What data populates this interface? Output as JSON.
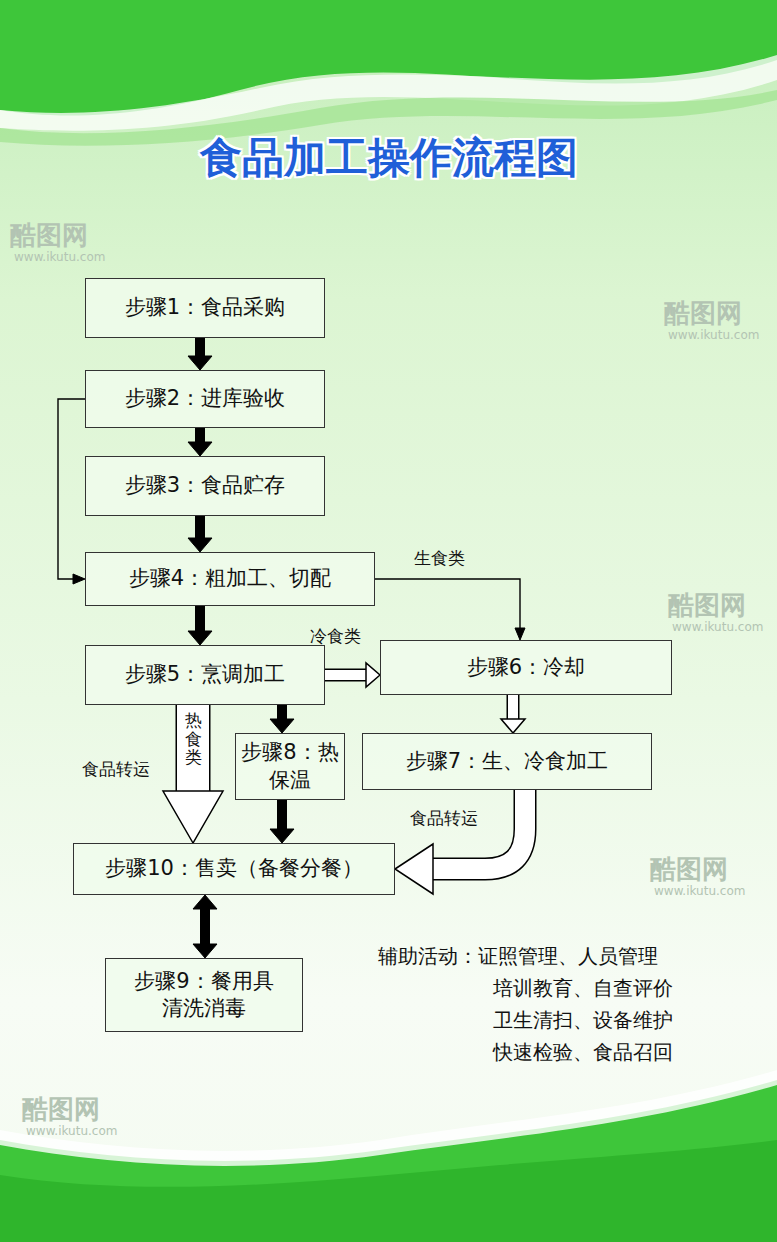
{
  "diagram": {
    "title": "食品加工操作流程图",
    "nodes": [
      {
        "text": [
          "步骤1：食品采购"
        ]
      },
      {
        "text": [
          "步骤2：进库验收"
        ]
      },
      {
        "text": [
          "步骤3：食品贮存"
        ]
      },
      {
        "text": [
          "步骤4：粗加工、切配"
        ]
      },
      {
        "text": [
          "步骤5：烹调加工"
        ]
      },
      {
        "text": [
          "步骤6：冷却"
        ]
      },
      {
        "text": [
          "步骤7：生、冷食加工"
        ]
      },
      {
        "text": [
          "步骤8：热保温"
        ]
      },
      {
        "text": [
          "步骤10：售卖（备餐分餐）"
        ]
      },
      {
        "text": [
          "步骤9：餐用具清洗消毒"
        ]
      }
    ],
    "edges": [
      {
        "from": 0,
        "to": 1,
        "arrow": "to"
      },
      {
        "from": 1,
        "to": 2,
        "arrow": "to"
      },
      {
        "from": 2,
        "to": 3,
        "arrow": "to"
      },
      {
        "from": 1,
        "to": 3,
        "arrow": "to"
      },
      {
        "from": 3,
        "to": 5,
        "label": "生食类",
        "arrow": "to"
      },
      {
        "from": 4,
        "to": 5,
        "label": "冷食类",
        "arrow": "to"
      },
      {
        "from": 3,
        "to": 4,
        "arrow": "to"
      },
      {
        "from": 5,
        "to": 6,
        "arrow": "to"
      },
      {
        "from": 4,
        "to": 8,
        "label": "热食类",
        "arrow": "to"
      },
      {
        "from": 4,
        "to": 7,
        "arrow": "to"
      },
      {
        "from": 7,
        "to": 8,
        "arrow": "to"
      },
      {
        "from": 6,
        "to": 8,
        "label": "食品转运",
        "arrow": "to"
      },
      {
        "from": 8,
        "to": 9,
        "arrow": "both"
      }
    ],
    "labels": [
      "食品转运",
      "辅助活动：证照管理、人员管理",
      "培训教育、自查评价",
      "卫生清扫、设备维护",
      "快速检验、食品召回",
      "酷图网",
      "www.ikutu.com",
      "酷图网",
      "www.ikutu.com",
      "酷图网",
      "www.ikutu.com",
      "酷图网",
      "www.ikutu.com",
      "酷图网",
      "www.ikutu.com"
    ]
  }
}
